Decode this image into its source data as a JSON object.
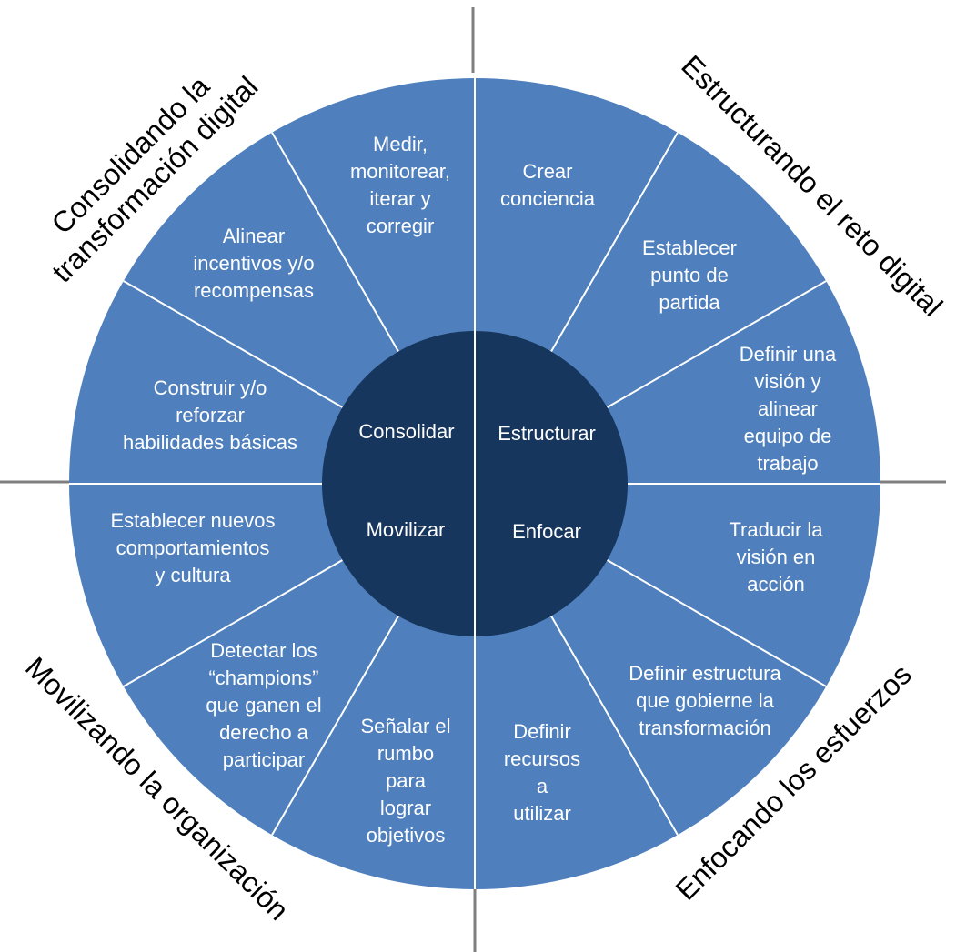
{
  "colors": {
    "outer_ring": "#4f80bd",
    "core": "#17365d",
    "divider": "#ffffff",
    "axis": "#7f7f7f",
    "label_text": "#ffffff",
    "phase_text": "#000000"
  },
  "core": {
    "top_left": "Consolidar",
    "top_right": "Estructurar",
    "bottom_left": "Movilizar",
    "bottom_right": "Enfocar"
  },
  "segments": [
    {
      "lines": [
        "Crear",
        "conciencia"
      ]
    },
    {
      "lines": [
        "Establecer",
        "punto de",
        "partida"
      ]
    },
    {
      "lines": [
        "Definir  una",
        "visión y",
        "alinear",
        "equipo de",
        "trabajo"
      ]
    },
    {
      "lines": [
        "Traducir la",
        "visión en",
        "acción"
      ]
    },
    {
      "lines": [
        "Definir estructura",
        "que gobierne la",
        "transformación"
      ]
    },
    {
      "lines": [
        "Definir",
        "recursos",
        "a",
        "utilizar"
      ]
    },
    {
      "lines": [
        "Señalar el",
        "rumbo",
        "para",
        "lograr",
        "objetivos"
      ]
    },
    {
      "lines": [
        "Detectar los",
        "“champions”",
        "que ganen el",
        "derecho a",
        "participar"
      ]
    },
    {
      "lines": [
        "Establecer nuevos",
        "comportamientos",
        "y cultura"
      ]
    },
    {
      "lines": [
        "Construir y/o",
        "reforzar",
        "habilidades básicas"
      ]
    },
    {
      "lines": [
        "Alinear",
        "incentivos y/o",
        "recompensas"
      ]
    },
    {
      "lines": [
        "Medir,",
        "monitorear,",
        "iterar y",
        "corregir"
      ]
    }
  ],
  "phases": {
    "top_left": {
      "lines": [
        "Consolidando la",
        "transformación digital"
      ]
    },
    "top_right": {
      "lines": [
        "Estructurando el reto digital"
      ]
    },
    "bottom_right": {
      "lines": [
        "Enfocando los esfuerzos"
      ]
    },
    "bottom_left": {
      "lines": [
        "Movilizando la organización"
      ]
    }
  }
}
